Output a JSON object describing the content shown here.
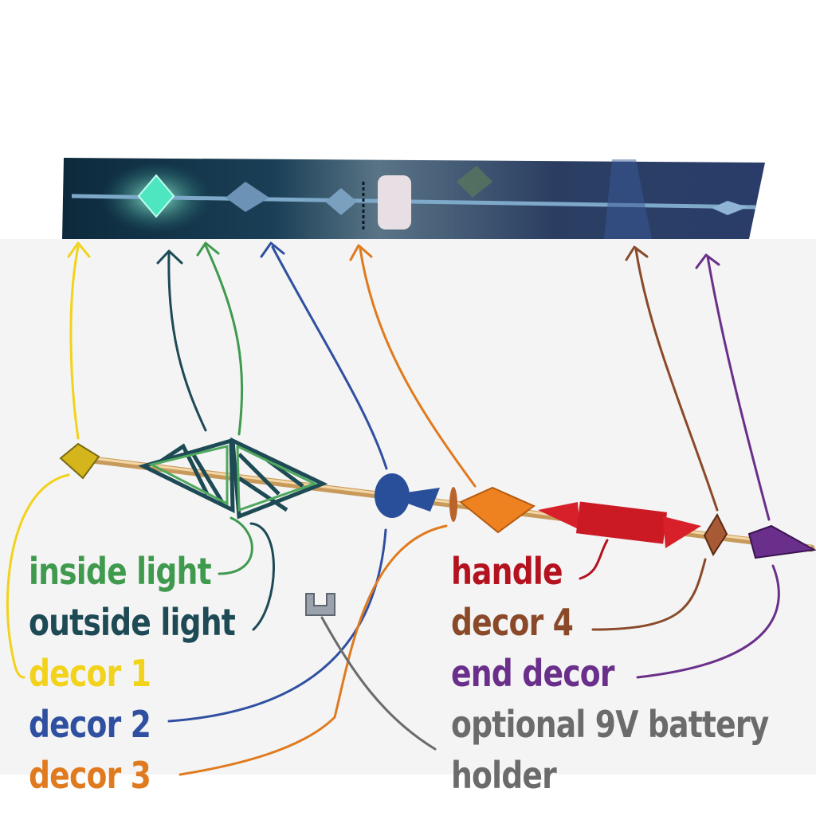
{
  "labels": {
    "inside_light": "inside light",
    "outside_light": "outside light",
    "decor_1": "decor 1",
    "decor_2": "decor 2",
    "decor_3": "decor 3",
    "handle": "handle",
    "decor_4": "decor 4",
    "end_decor": "end decor",
    "battery_line1": "optional 9V battery",
    "battery_line2": "holder"
  },
  "colors": {
    "inside_light": "#3f9a4e",
    "outside_light": "#1d4a55",
    "decor_1": "#f2d21a",
    "decor_2": "#2f4fa0",
    "decor_3": "#e07a1e",
    "handle": "#b3121e",
    "decor_4": "#8a4a2a",
    "end_decor": "#6a2f8a",
    "battery": "#6b6b6b"
  }
}
